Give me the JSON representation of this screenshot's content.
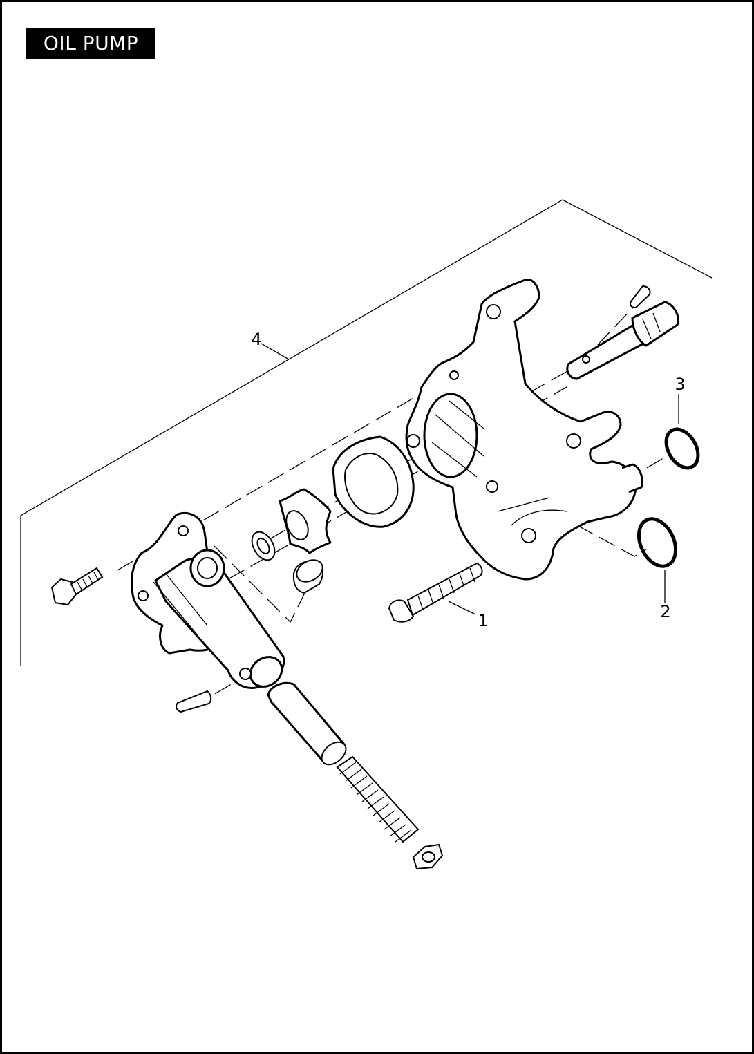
{
  "title": "OIL PUMP",
  "callouts": [
    {
      "number": "1"
    },
    {
      "number": "2"
    },
    {
      "number": "3"
    },
    {
      "number": "4"
    }
  ],
  "colors": {
    "ink": "#000000",
    "paper": "#ffffff"
  }
}
